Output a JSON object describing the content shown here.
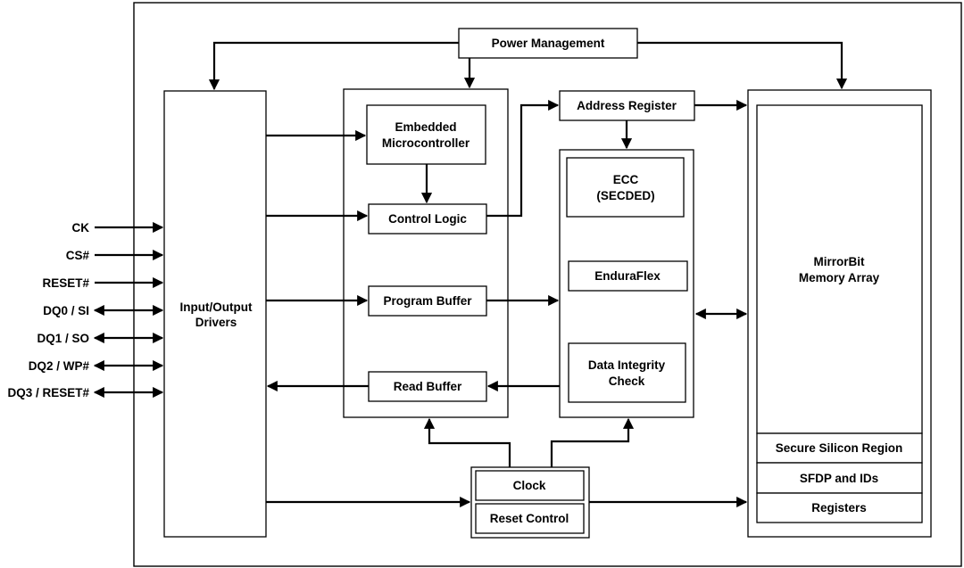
{
  "blocks": {
    "power_management": "Power Management",
    "input_output_drivers": [
      "Input/Output",
      "Drivers"
    ],
    "embedded_microcontroller": [
      "Embedded",
      "Microcontroller"
    ],
    "control_logic": "Control Logic",
    "program_buffer": "Program Buffer",
    "read_buffer": "Read Buffer",
    "address_register": "Address Register",
    "ecc": [
      "ECC",
      "(SECDED)"
    ],
    "enduraflex": "EnduraFlex",
    "data_integrity_check": [
      "Data Integrity",
      "Check"
    ],
    "mirrorbit_memory_array": [
      "MirrorBit",
      "Memory Array"
    ],
    "secure_silicon_region": "Secure Silicon Region",
    "sfdp_and_ids": "SFDP and IDs",
    "registers": "Registers",
    "clock": "Clock",
    "reset_control": "Reset Control"
  },
  "signals": {
    "ck": "CK",
    "cs": "CS#",
    "reset": "RESET#",
    "dq0": "DQ0 / SI",
    "dq1": "DQ1 / SO",
    "dq2": "DQ2 / WP#",
    "dq3": "DQ3 / RESET#"
  },
  "colors": {
    "line": "#000000",
    "background": "#ffffff"
  }
}
